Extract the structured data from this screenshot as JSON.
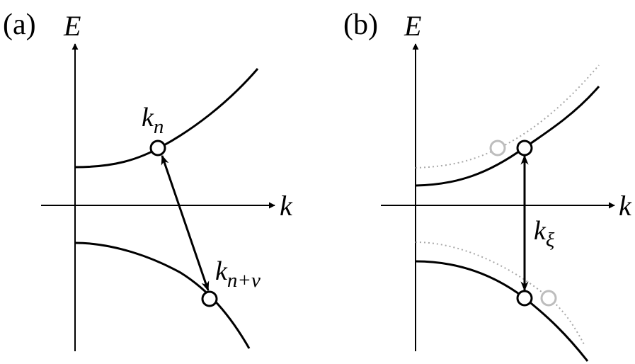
{
  "panels": [
    {
      "label": "(a)",
      "energy_axis": "E",
      "momentum_axis": "k",
      "upper_point_label": {
        "base": "k",
        "subscript": "n"
      },
      "lower_point_label": {
        "base": "k",
        "subscript": "n+ν"
      }
    },
    {
      "label": "(b)",
      "energy_axis": "E",
      "momentum_axis": "k",
      "transition_label": {
        "base": "k",
        "subscript": "ξ"
      }
    }
  ]
}
